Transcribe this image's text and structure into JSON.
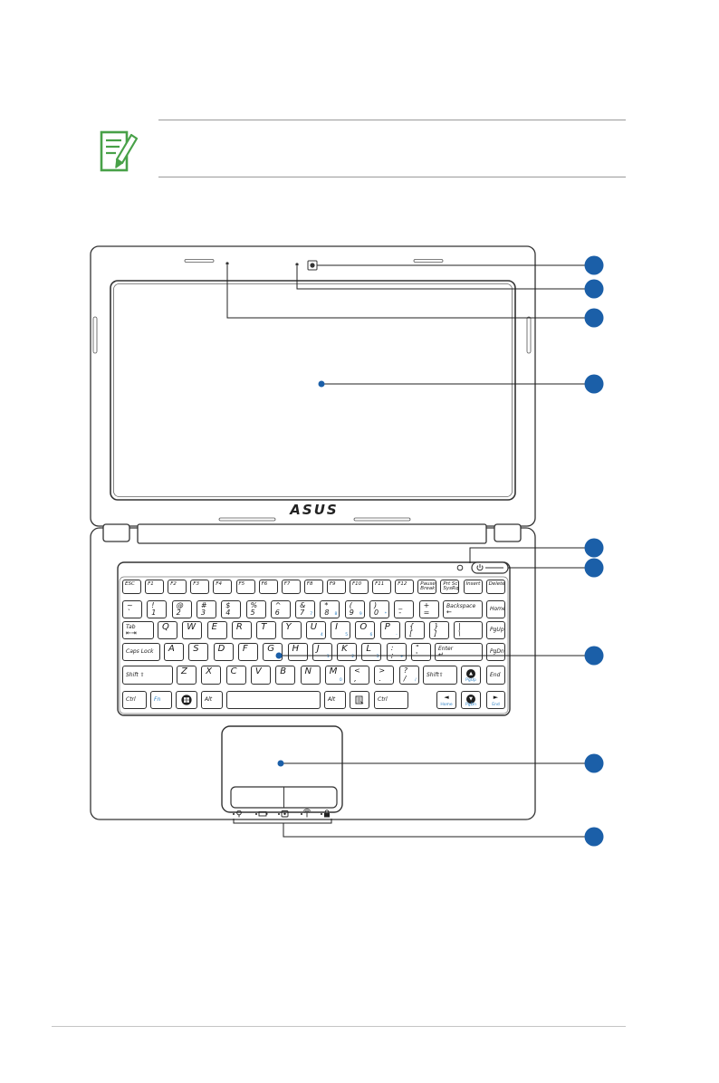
{
  "colors": {
    "outline": "#333333",
    "callout_marker": "#1b5fa8",
    "note_icon": "#48a148",
    "numpad_label": "#2a7fc4",
    "rule": "#9a9a9a"
  },
  "note": {
    "icon": "note-pencil-icon"
  },
  "laptop": {
    "logo": "ASUS",
    "camera_icon": "camera-icon",
    "power_icon": "power-button-icon",
    "indicator_icons": [
      "power-indicator-icon",
      "battery-indicator-icon",
      "drive-indicator-icon",
      "wireless-indicator-icon",
      "lock-indicator-icon"
    ]
  },
  "keyboard": {
    "rows": [
      [
        {
          "t": "ESC"
        },
        {
          "t": "F1"
        },
        {
          "t": "F2"
        },
        {
          "t": "F3"
        },
        {
          "t": "F4"
        },
        {
          "t": "F5"
        },
        {
          "t": "F6"
        },
        {
          "t": "F7"
        },
        {
          "t": "F8"
        },
        {
          "t": "F9"
        },
        {
          "t": "F10"
        },
        {
          "t": "F11"
        },
        {
          "t": "F12"
        },
        {
          "t": "Pause",
          "b": "Break"
        },
        {
          "t": "Prt Sc",
          "b": "SysRq"
        },
        {
          "t": "Insert"
        },
        {
          "t": "Delete"
        }
      ],
      [
        {
          "t": "~",
          "b": "`"
        },
        {
          "t": "!",
          "b": "1"
        },
        {
          "t": "@",
          "b": "2"
        },
        {
          "t": "#",
          "b": "3"
        },
        {
          "t": "$",
          "b": "4"
        },
        {
          "t": "%",
          "b": "5"
        },
        {
          "t": "^",
          "b": "6"
        },
        {
          "t": "&",
          "b": "7",
          "n": "7"
        },
        {
          "t": "*",
          "b": "8",
          "n": "8"
        },
        {
          "t": "(",
          "b": "9",
          "n": "9"
        },
        {
          "t": ")",
          "b": "0",
          "n": "*"
        },
        {
          "t": "_",
          "b": "-"
        },
        {
          "t": "+",
          "b": "="
        },
        {
          "t": "Backspace",
          "b": "←"
        },
        {
          "t": "Home"
        }
      ],
      [
        {
          "t": "Tab",
          "b": "⇤⇥"
        },
        {
          "t": "Q"
        },
        {
          "t": "W"
        },
        {
          "t": "E"
        },
        {
          "t": "R"
        },
        {
          "t": "T"
        },
        {
          "t": "Y"
        },
        {
          "t": "U",
          "n": "4"
        },
        {
          "t": "I",
          "n": "5"
        },
        {
          "t": "O",
          "n": "6"
        },
        {
          "t": "P",
          "n": "-"
        },
        {
          "t": "{",
          "b": "["
        },
        {
          "t": "}",
          "b": "]"
        },
        {
          "t": "|",
          "b": "\\"
        },
        {
          "t": "PgUp"
        }
      ],
      [
        {
          "t": "Caps Lock"
        },
        {
          "t": "A"
        },
        {
          "t": "S"
        },
        {
          "t": "D"
        },
        {
          "t": "F"
        },
        {
          "t": "G"
        },
        {
          "t": "H"
        },
        {
          "t": "J",
          "n": "1"
        },
        {
          "t": "K",
          "n": "2"
        },
        {
          "t": "L",
          "n": "3"
        },
        {
          "t": ":",
          "b": ";",
          "n": "+"
        },
        {
          "t": "\"",
          "b": "'"
        },
        {
          "t": "Enter",
          "b": "↵"
        },
        {
          "t": "PgDn"
        }
      ],
      [
        {
          "t": "Shift ⇧"
        },
        {
          "t": "Z"
        },
        {
          "t": "X"
        },
        {
          "t": "C"
        },
        {
          "t": "V"
        },
        {
          "t": "B"
        },
        {
          "t": "N"
        },
        {
          "t": "M",
          "n": "0"
        },
        {
          "t": "<",
          "b": ","
        },
        {
          "t": ">",
          "b": ".",
          "n": "."
        },
        {
          "t": "?",
          "b": "/",
          "n": "/"
        },
        {
          "t": "Shift⇧"
        },
        {
          "t": "▲",
          "n": "PgUp",
          "icon": "circle-up-arrow-icon"
        },
        {
          "t": "End"
        }
      ],
      [
        {
          "t": "Ctrl"
        },
        {
          "t": "Fn",
          "color": "#2a7fc4"
        },
        {
          "icon": "windows-logo-icon"
        },
        {
          "t": "Alt"
        },
        {},
        {
          "t": "Alt"
        },
        {
          "icon": "menu-key-icon"
        },
        {
          "t": "Ctrl"
        },
        {
          "t": "◄",
          "n": "Home"
        },
        {
          "t": "▼",
          "n": "PgDn",
          "icon": "circle-down-arrow-icon"
        },
        {
          "t": "►",
          "n": "End"
        }
      ]
    ]
  }
}
